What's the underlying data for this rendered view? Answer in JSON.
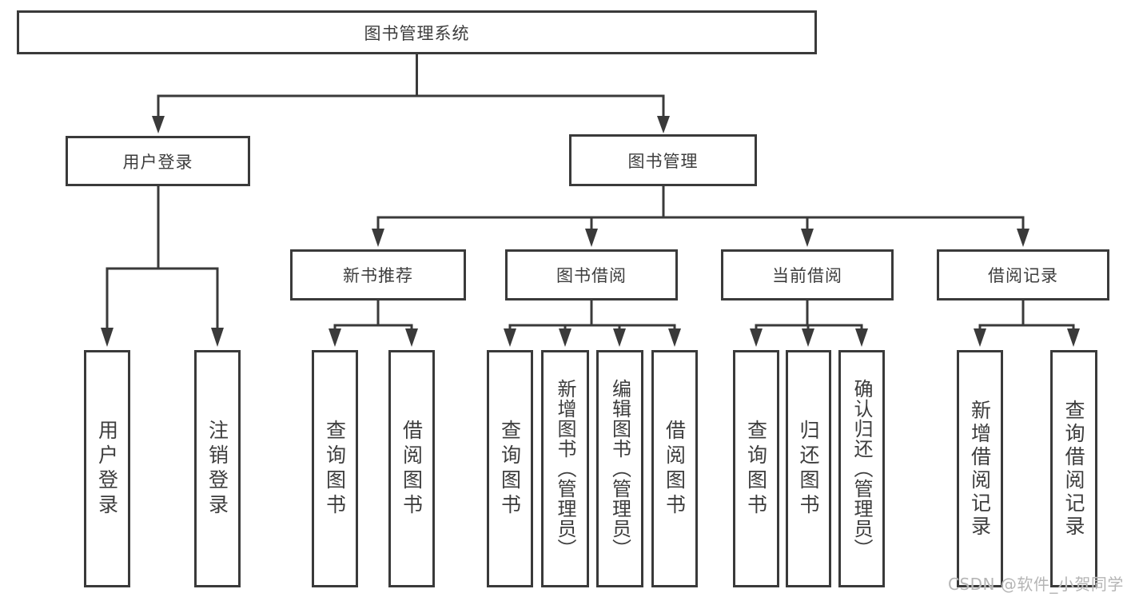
{
  "title": "图书管理系统",
  "tree": {
    "root": {
      "label": "图书管理系统"
    },
    "branches": [
      {
        "label": "用户登录",
        "children": [
          {
            "label": "用户登录"
          },
          {
            "label": "注销登录"
          }
        ]
      },
      {
        "label": "图书管理",
        "children": [
          {
            "label": "新书推荐",
            "children": [
              {
                "label": "查询图书"
              },
              {
                "label": "借阅图书"
              }
            ]
          },
          {
            "label": "图书借阅",
            "children": [
              {
                "label": "查询图书"
              },
              {
                "label": "新增图书（管理员）"
              },
              {
                "label": "编辑图书（管理员）"
              },
              {
                "label": "借阅图书"
              }
            ]
          },
          {
            "label": "当前借阅",
            "children": [
              {
                "label": "查询图书"
              },
              {
                "label": "归还图书"
              },
              {
                "label": "确认归还（管理员）"
              }
            ]
          },
          {
            "label": "借阅记录",
            "children": [
              {
                "label": "新增借阅记录"
              },
              {
                "label": "查询借阅记录"
              }
            ]
          }
        ]
      }
    ]
  },
  "watermark": {
    "text": "CSDN @软件_小贺同学"
  },
  "colors": {
    "line": "#3a3a3a",
    "text": "#3d3d3d",
    "background": "#ffffff",
    "watermark": "#b5b5b5"
  }
}
